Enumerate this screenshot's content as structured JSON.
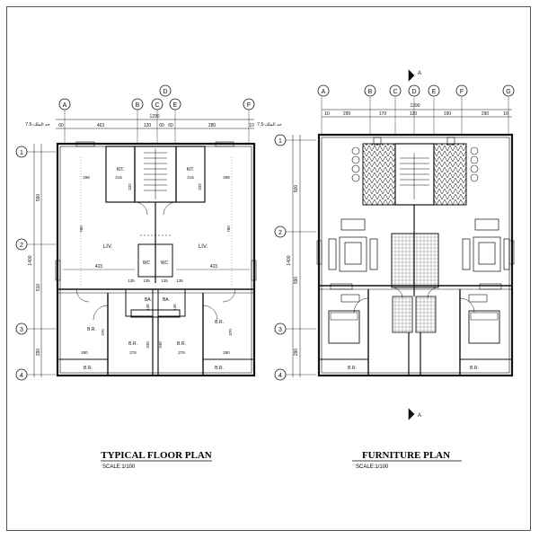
{
  "left_plan": {
    "title": "TYPICAL  FLOOR  PLAN",
    "scale": "SCALE:1/100",
    "grid_cols": [
      "A",
      "B",
      "C",
      "D",
      "E",
      "F"
    ],
    "grid_rows": [
      "1",
      "2",
      "3",
      "4"
    ],
    "top_dims_overall": "1290",
    "top_dims": [
      "60",
      "463",
      "120",
      "60",
      "60",
      "280",
      "10"
    ],
    "side_note_left": "7.5-حد الملك",
    "side_note_right": "7.5-حد الملك",
    "left_dims_overall": "1400",
    "left_dims": [
      "590",
      "510",
      "290"
    ],
    "rooms": {
      "kit_l": "KIT.",
      "kit_r": "KIT.",
      "liv_l": "LIV.",
      "liv_r": "LIV.",
      "wc_l": "WC",
      "wc_r": "WC",
      "ba_l": "BA.",
      "ba_r": "BA.",
      "br_1": "B.R.",
      "br_2": "B.R.",
      "br_3": "B.R.",
      "br_4": "B.R.",
      "br_5": "B.R.",
      "br_6": "B.R."
    },
    "inner_dims": {
      "d298a": "298",
      "d298b": "298",
      "d215a": "215",
      "d215b": "215",
      "d332a": "332",
      "d332b": "332",
      "d780a": "780",
      "d780b": "780",
      "d423a": "423",
      "d423b": "423",
      "d135a": "135",
      "d135b": "135",
      "d135c": "135",
      "d135d": "135",
      "d280a": "280",
      "d280b": "280",
      "d278a": "278",
      "d278b": "278",
      "d370a": "370",
      "d370b": "370",
      "d340a": "340",
      "d340b": "340",
      "d145a": "145",
      "d145b": "145"
    }
  },
  "right_plan": {
    "title": "FURNITURE          PLAN",
    "scale": "SCALE:1/100",
    "grid_cols": [
      "A",
      "B",
      "C",
      "D",
      "E",
      "F",
      "G"
    ],
    "grid_rows": [
      "1",
      "2",
      "3",
      "4"
    ],
    "section_mark": "A",
    "top_dims_overall": "1290",
    "top_dims": [
      "10",
      "290",
      "170",
      "120",
      "190",
      "290",
      "10"
    ],
    "left_dims_overall": "1400",
    "left_dims": [
      "500",
      "590",
      "290"
    ],
    "br_left": "B.R.",
    "br_right": "B.R."
  },
  "colors": {
    "line": "#111111",
    "hatch": "#444444",
    "frame": "#555555"
  }
}
